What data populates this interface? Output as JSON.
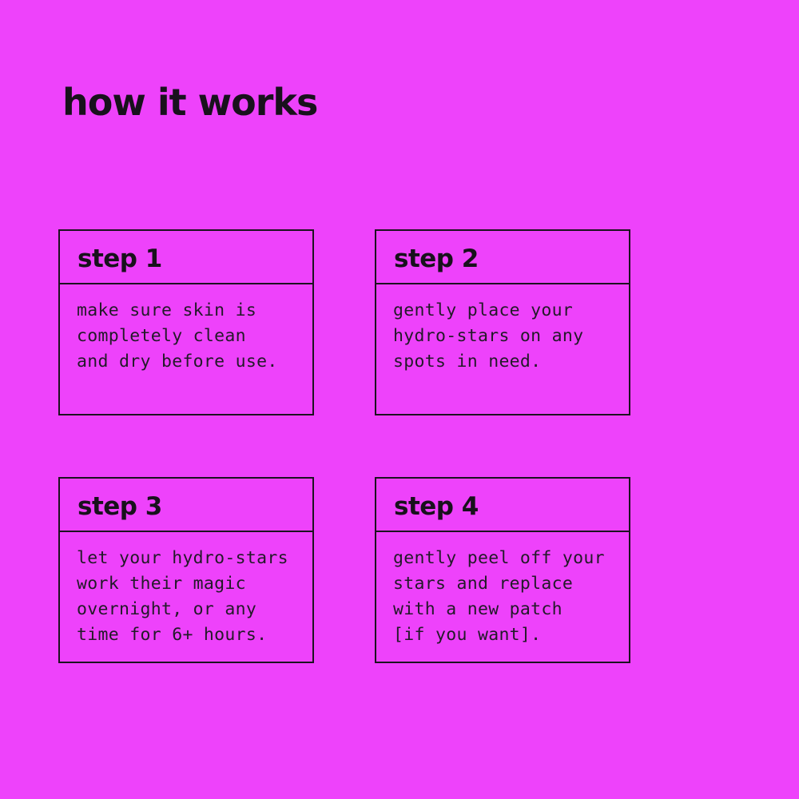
{
  "page": {
    "title": "how it works",
    "background_color": "#ee42fb",
    "text_color": "#18111c",
    "border_color": "#1c1220"
  },
  "steps": [
    {
      "label": "step 1",
      "description": "make sure skin is\ncompletely clean\nand dry before use."
    },
    {
      "label": "step 2",
      "description": "gently place your\nhydro-stars on any\nspots in need."
    },
    {
      "label": "step 3",
      "description": "let your hydro-stars\nwork their magic\novernight, or any\ntime for 6+ hours."
    },
    {
      "label": "step 4",
      "description": "gently peel off your\nstars and replace\nwith a new patch\n[if you want]."
    }
  ]
}
